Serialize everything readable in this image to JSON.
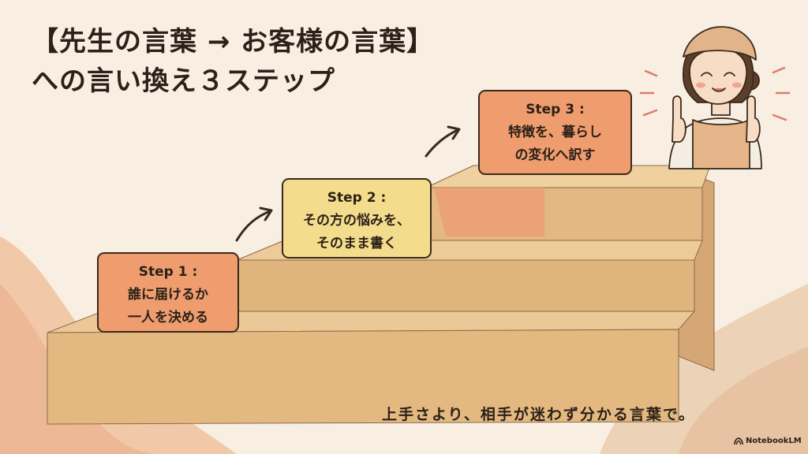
{
  "title": {
    "line1": "【先生の言葉 → お客様の言葉】",
    "line2": "への言い換え３ステップ"
  },
  "steps": [
    {
      "heading": "Step 1 :",
      "line1": "誰に届けるか",
      "line2": "一人を決める"
    },
    {
      "heading": "Step 2 :",
      "line1": "その方の悩みを、",
      "line2": "そのまま書く"
    },
    {
      "heading": "Step 3 :",
      "line1": "特徴を、暮らし",
      "line2": "の変化へ訳す"
    }
  ],
  "tagline": "上手さより、相手が迷わず分かる言葉で。",
  "badge": {
    "label": "NotebookLM"
  },
  "colors": {
    "background": "#f8efe2",
    "step_orange": "#ef9d6f",
    "step_yellow": "#f3dd8c",
    "stair": "#e8c490",
    "outline": "#3a2a1e"
  }
}
